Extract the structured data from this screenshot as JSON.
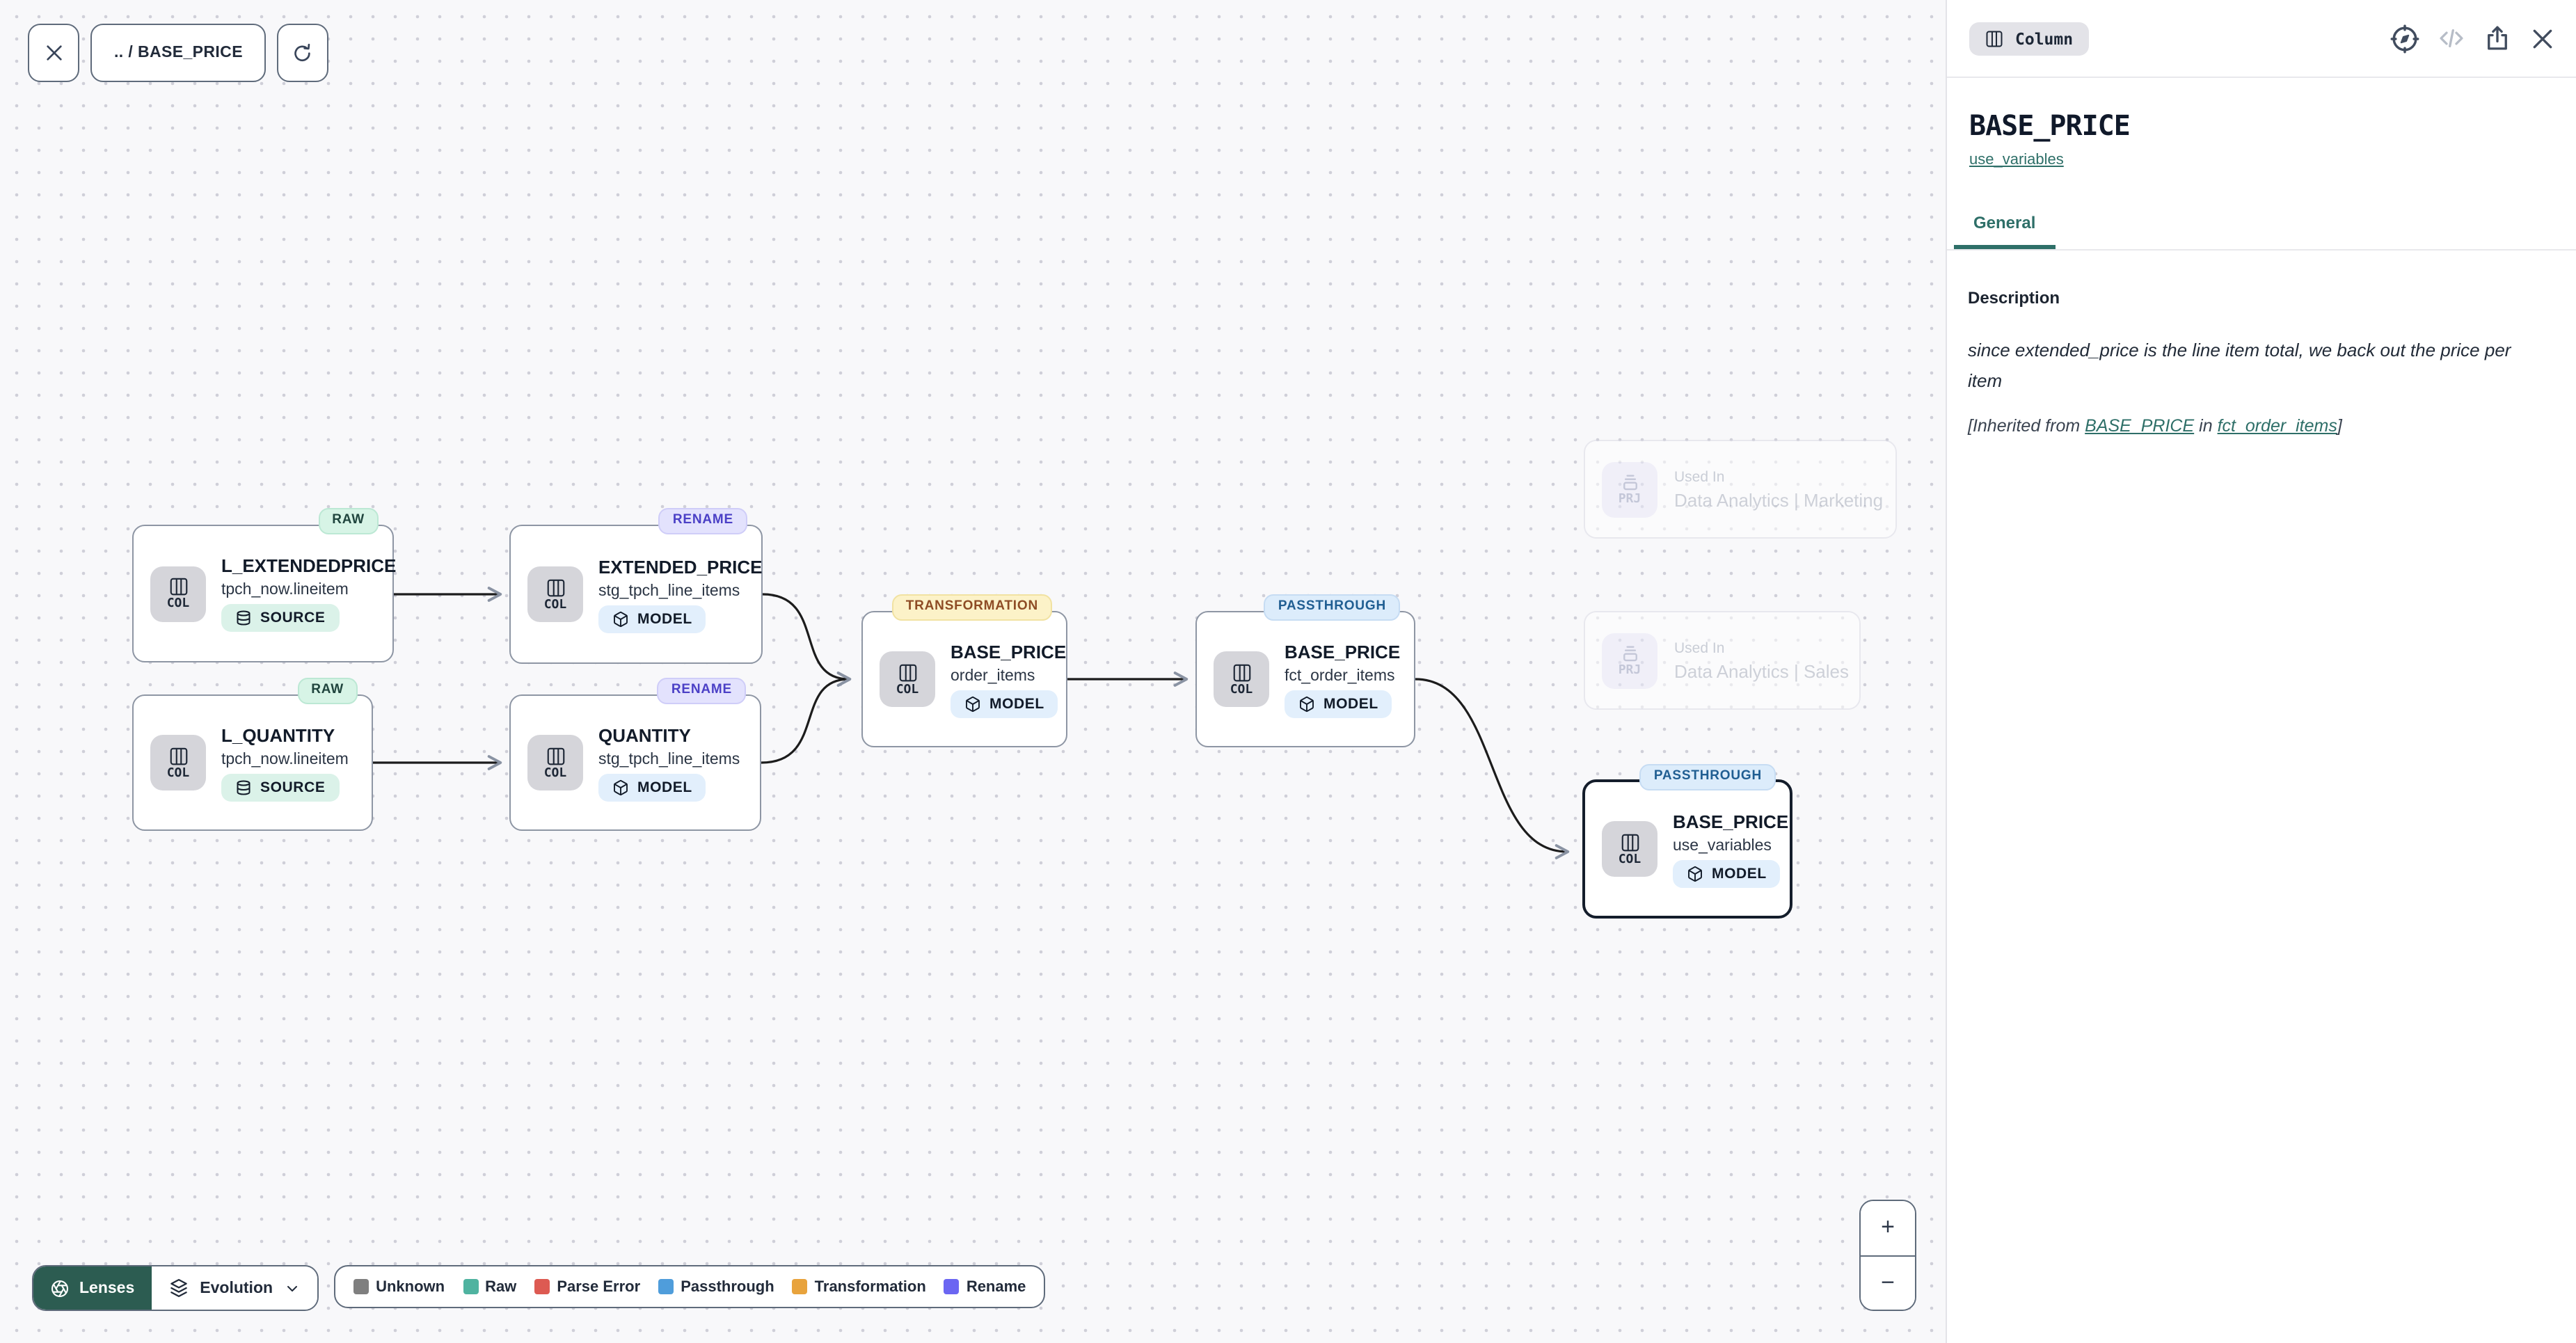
{
  "toolbar": {
    "breadcrumb": ".. / BASE_PRICE"
  },
  "panel": {
    "type_badge": "Column",
    "title": "BASE_PRICE",
    "model_link": "use_variables",
    "tabs": [
      {
        "label": "General"
      }
    ],
    "description": {
      "label": "Description",
      "text": "since extended_price is the line item total, we back out the price per item",
      "inherited_prefix": "[Inherited from ",
      "inherited_link1": "BASE_PRICE",
      "inherited_middle": " in ",
      "inherited_link2": "fct_order_items",
      "inherited_suffix": "]"
    }
  },
  "graph": {
    "nodes": [
      {
        "badge": "RAW",
        "kind": "COL",
        "title": "L_EXTENDEDPRICE",
        "subtitle": "tpch_now.lineitem",
        "type": "SOURCE"
      },
      {
        "badge": "RENAME",
        "kind": "COL",
        "title": "EXTENDED_PRICE",
        "subtitle": "stg_tpch_line_items",
        "type": "MODEL"
      },
      {
        "badge": "RAW",
        "kind": "COL",
        "title": "L_QUANTITY",
        "subtitle": "tpch_now.lineitem",
        "type": "SOURCE"
      },
      {
        "badge": "RENAME",
        "kind": "COL",
        "title": "QUANTITY",
        "subtitle": "stg_tpch_line_items",
        "type": "MODEL"
      },
      {
        "badge": "TRANSFORMATION",
        "kind": "COL",
        "title": "BASE_PRICE",
        "subtitle": "order_items",
        "type": "MODEL"
      },
      {
        "badge": "PASSTHROUGH",
        "kind": "COL",
        "title": "BASE_PRICE",
        "subtitle": "fct_order_items",
        "type": "MODEL"
      },
      {
        "badge": "PASSTHROUGH",
        "kind": "COL",
        "title": "BASE_PRICE",
        "subtitle": "use_variables",
        "type": "MODEL"
      }
    ],
    "used_in": [
      {
        "kind": "PRJ",
        "label": "Used In",
        "name": "Data Analytics | Marketing"
      },
      {
        "kind": "PRJ",
        "label": "Used In",
        "name": "Data Analytics | Sales"
      }
    ]
  },
  "footer": {
    "lenses_label": "Lenses",
    "lens_selected": "Evolution",
    "legend": [
      {
        "label": "Unknown",
        "color": "#7f7f7f"
      },
      {
        "label": "Raw",
        "color": "#4fb3a0"
      },
      {
        "label": "Parse Error",
        "color": "#dd5a52"
      },
      {
        "label": "Passthrough",
        "color": "#4f9ddb"
      },
      {
        "label": "Transformation",
        "color": "#e8a33d"
      },
      {
        "label": "Rename",
        "color": "#6b66f2"
      }
    ]
  },
  "zoom_controls": {
    "zoom_in": "+",
    "zoom_out": "−"
  },
  "accent_colors": {
    "teal_link": "#2e6f68",
    "lenses_button": "#2c5c51"
  }
}
